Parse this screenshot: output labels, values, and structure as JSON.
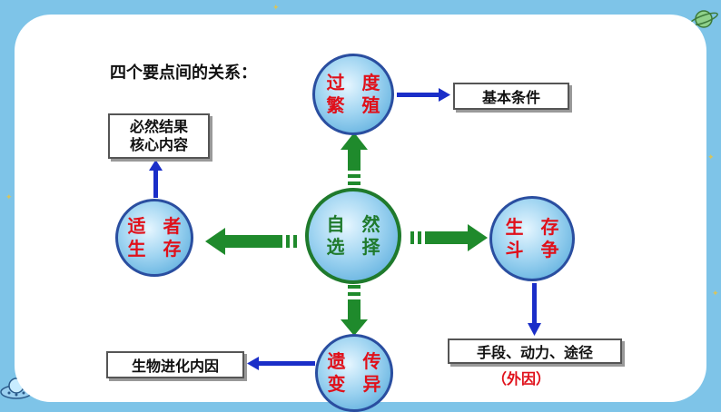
{
  "heading": "四个要点间的关系：",
  "nodes": {
    "overproduction": {
      "line1": "过 度",
      "line2": "繁 殖"
    },
    "natural_selection": {
      "line1": "自 然",
      "line2": "选 择"
    },
    "survival_fittest": {
      "line1": "适 者",
      "line2": "生 存"
    },
    "struggle": {
      "line1": "生 存",
      "line2": "斗 争"
    },
    "heredity_variation": {
      "line1": "遗 传",
      "line2": "变 异"
    }
  },
  "boxes": {
    "basic_condition": "基本条件",
    "result_line1": "必然结果",
    "result_line2": "核心内容",
    "internal_cause": "生物进化内因",
    "means_line1": "手段、动力、途径",
    "means_line2": "（外因）"
  },
  "colors": {
    "red_text": "#e0101a",
    "green_text": "#1f7a2c",
    "blue_arrow": "#1a2ec8",
    "green_arrow": "#1f8a2c",
    "background": "#7ec4e8"
  }
}
